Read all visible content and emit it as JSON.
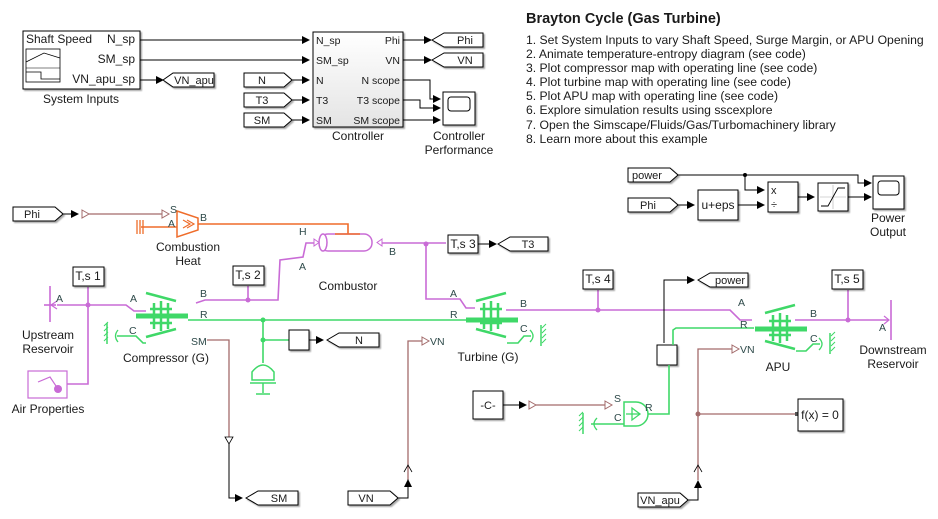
{
  "title": "Brayton Cycle (Gas Turbine)",
  "instructions": [
    "1. Set System Inputs to vary Shaft Speed, Surge Margin, or APU Opening",
    "2. Animate temperature-entropy diagram (see code)",
    "3. Plot compressor map with operating line (see code)",
    "4. Plot turbine map with operating line (see code)",
    "5. Plot APU map with operating line (see code)",
    "6. Explore simulation results using sscexplore",
    "7. Open the Simscape/Fluids/Gas/Turbomachinery library",
    "8. Learn more about this example"
  ],
  "colors": {
    "gas": "#c96bd6",
    "mechanical": "#3fd868",
    "physical_signal": "#a36b6b",
    "thermal": "#ef6c2a",
    "signal": "#000000"
  },
  "system_inputs": {
    "label": "System Inputs",
    "header": "Shaft Speed",
    "ports": [
      "N_sp",
      "SM_sp",
      "VN_apu_sp"
    ],
    "goto": "VN_apu"
  },
  "controller": {
    "label": "Controller",
    "inputs": [
      "N_sp",
      "SM_sp",
      "N",
      "T3",
      "SM"
    ],
    "outputs": [
      "Phi",
      "VN",
      "N scope",
      "T3 scope",
      "SM scope"
    ],
    "from_tags": [
      "N",
      "T3",
      "SM"
    ],
    "goto_tags": [
      "Phi",
      "VN"
    ]
  },
  "controller_scope": {
    "label": "Controller Performance"
  },
  "power_section": {
    "from_power": "power",
    "from_phi": "Phi",
    "bias_block": "u+eps",
    "product_ops": [
      "x",
      "÷"
    ],
    "scope_label": "Power Output"
  },
  "combustion_heat": {
    "label": "Combustion Heat",
    "from_tag": "Phi",
    "ports": [
      "S",
      "A",
      "B"
    ]
  },
  "combustor": {
    "label": "Combustor",
    "ports": [
      "H",
      "A",
      "B"
    ]
  },
  "sensors": [
    "T,s 1",
    "T,s 2",
    "T,s 3",
    "T,s 4",
    "T,s 5"
  ],
  "t3_goto": "T3",
  "upstream_reservoir": {
    "label": "Upstream Reservoir",
    "port": "A"
  },
  "air_properties": {
    "label": "Air Properties"
  },
  "compressor": {
    "label": "Compressor (G)",
    "ports": [
      "A",
      "B",
      "R",
      "C",
      "SM"
    ]
  },
  "turbine": {
    "label": "Turbine (G)",
    "ports": [
      "A",
      "B",
      "R",
      "C",
      "VN"
    ]
  },
  "apu": {
    "label": "APU",
    "ports": [
      "A",
      "B",
      "R",
      "C",
      "VN"
    ]
  },
  "downstream_reservoir": {
    "label": "Downstream Reservoir",
    "port": "A"
  },
  "speed_goto": "N",
  "power_goto": "power",
  "constant_block": "-C-",
  "source": {
    "ports": [
      "S",
      "C",
      "R"
    ]
  },
  "solver_block": "f(x) = 0",
  "bottom_tags": {
    "sm_goto": "SM",
    "vn_from": "VN",
    "vn_apu_from": "VN_apu"
  }
}
